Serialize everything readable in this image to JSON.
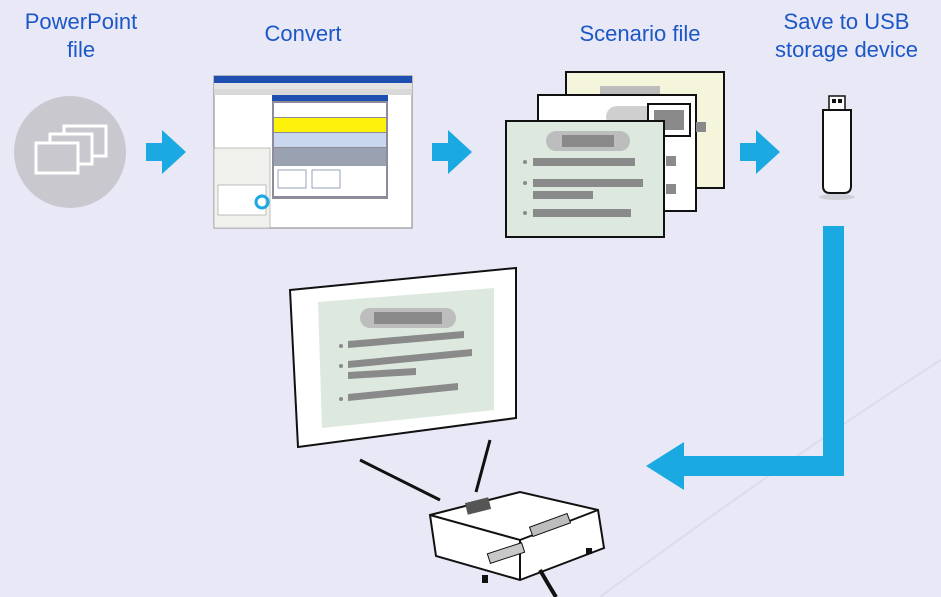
{
  "labels": {
    "powerpoint": [
      "PowerPoint",
      "file"
    ],
    "convert": "Convert",
    "scenario": "Scenario file",
    "usb": [
      "Save to USB",
      "storage device"
    ]
  },
  "colors": {
    "label_text": "#1c57c8",
    "arrow": "#1aa9e0",
    "background": "#e8e8f6",
    "slide_body": "#dde8df",
    "slide_back": "#f5f5dc",
    "bar": "#8a8a8a"
  },
  "icons": [
    "powerpoint-file-icon",
    "software-window-icon",
    "scenario-file-icon",
    "usb-drive-icon",
    "projection-screen-icon",
    "projector-icon"
  ]
}
